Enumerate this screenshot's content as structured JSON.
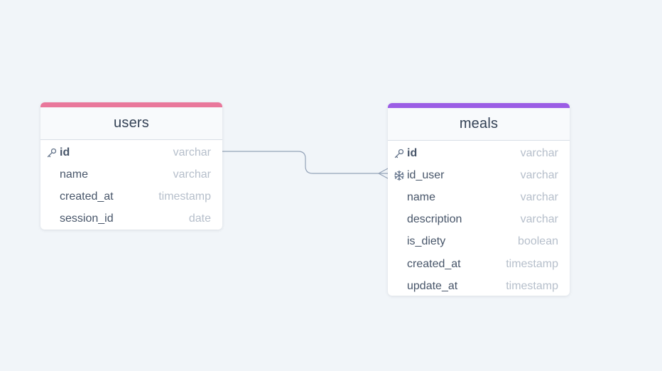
{
  "colors": {
    "background": "#f1f5f9",
    "users_accent": "#e9779b",
    "meals_accent": "#9b5de5",
    "connector": "#94a3b8"
  },
  "tables": {
    "users": {
      "name": "users",
      "fields": [
        {
          "name": "id",
          "type": "varchar",
          "icon": "key-icon",
          "primary": true
        },
        {
          "name": "name",
          "type": "varchar",
          "icon": "",
          "primary": false
        },
        {
          "name": "created_at",
          "type": "timestamp",
          "icon": "",
          "primary": false
        },
        {
          "name": "session_id",
          "type": "date",
          "icon": "",
          "primary": false
        }
      ]
    },
    "meals": {
      "name": "meals",
      "fields": [
        {
          "name": "id",
          "type": "varchar",
          "icon": "key-icon",
          "primary": true
        },
        {
          "name": "id_user",
          "type": "varchar",
          "icon": "snowflake-icon",
          "primary": false
        },
        {
          "name": "name",
          "type": "varchar",
          "icon": "",
          "primary": false
        },
        {
          "name": "description",
          "type": "varchar",
          "icon": "",
          "primary": false
        },
        {
          "name": "is_diety",
          "type": "boolean",
          "icon": "",
          "primary": false
        },
        {
          "name": "created_at",
          "type": "timestamp",
          "icon": "",
          "primary": false
        },
        {
          "name": "update_at",
          "type": "timestamp",
          "icon": "",
          "primary": false
        }
      ]
    }
  },
  "relationships": [
    {
      "from": "users.id",
      "to": "meals.id_user",
      "cardinality": "one-to-many"
    }
  ]
}
